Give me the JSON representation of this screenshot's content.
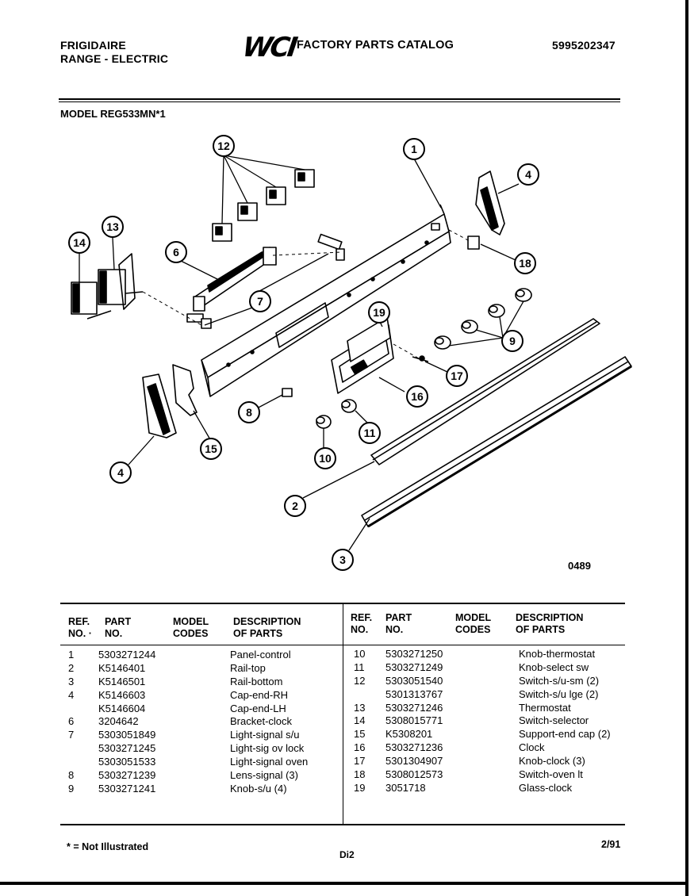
{
  "header": {
    "brand": "FRIGIDAIRE",
    "product": "RANGE - ELECTRIC",
    "logo": "WCI",
    "catalog_title": "FACTORY PARTS CATALOG",
    "catalog_number": "5995202347",
    "model": "MODEL REG533MN*1"
  },
  "diagram": {
    "callouts": [
      "1",
      "2",
      "3",
      "4",
      "4",
      "6",
      "7",
      "8",
      "9",
      "10",
      "11",
      "12",
      "13",
      "14",
      "15",
      "16",
      "17",
      "18",
      "19"
    ],
    "figure_number": "0489"
  },
  "table": {
    "headers": {
      "ref": "REF.\nNO.",
      "ref_left": "REF.\nNO. ·",
      "part": "PART\nNO.",
      "model": "MODEL\nCODES",
      "desc": "DESCRIPTION\nOF PARTS"
    },
    "left_rows": [
      {
        "ref": "1",
        "part": "5303271244",
        "desc": "Panel-control"
      },
      {
        "ref": "2",
        "part": "K5146401",
        "desc": "Rail-top"
      },
      {
        "ref": "3",
        "part": "K5146501",
        "desc": "Rail-bottom"
      },
      {
        "ref": "4",
        "part": "K5146603",
        "desc": "Cap-end-RH"
      },
      {
        "ref": "",
        "part": "K5146604",
        "desc": "Cap-end-LH"
      },
      {
        "ref": "6",
        "part": "3204642",
        "desc": "Bracket-clock"
      },
      {
        "ref": "7",
        "part": "5303051849",
        "desc": "Light-signal s/u"
      },
      {
        "ref": "",
        "part": "5303271245",
        "desc": "Light-sig ov lock"
      },
      {
        "ref": "",
        "part": "5303051533",
        "desc": "Light-signal oven"
      },
      {
        "ref": "8",
        "part": "5303271239",
        "desc": "Lens-signal (3)"
      },
      {
        "ref": "9",
        "part": "5303271241",
        "desc": "Knob-s/u (4)"
      }
    ],
    "right_rows": [
      {
        "ref": "10",
        "part": "5303271250",
        "desc": "Knob-thermostat"
      },
      {
        "ref": "11",
        "part": "5303271249",
        "desc": "Knob-select sw"
      },
      {
        "ref": "12",
        "part": "5303051540",
        "desc": "Switch-s/u-sm (2)"
      },
      {
        "ref": "",
        "part": "5301313767",
        "desc": "Switch-s/u lge (2)"
      },
      {
        "ref": "13",
        "part": "5303271246",
        "desc": "Thermostat"
      },
      {
        "ref": "14",
        "part": "5308015771",
        "desc": "Switch-selector"
      },
      {
        "ref": "15",
        "part": "K5308201",
        "desc": "Support-end cap (2)"
      },
      {
        "ref": "16",
        "part": "5303271236",
        "desc": "Clock"
      },
      {
        "ref": "17",
        "part": "5301304907",
        "desc": "Knob-clock (3)"
      },
      {
        "ref": "18",
        "part": "5308012573",
        "desc": "Switch-oven lt"
      },
      {
        "ref": "19",
        "part": "3051718",
        "desc": "Glass-clock"
      }
    ]
  },
  "footer": {
    "footnote": "* = Not Illustrated",
    "page_mark": "Di2",
    "date": "2/91"
  }
}
